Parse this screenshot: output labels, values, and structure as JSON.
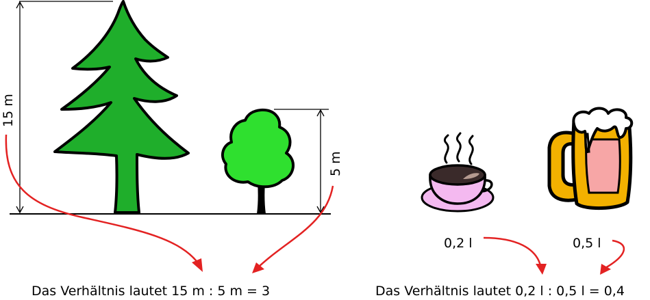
{
  "labels": {
    "big_tree_height": "15 m",
    "small_tree_height": "5 m",
    "coffee_volume": "0,2 l",
    "beer_volume": "0,5 l"
  },
  "statements": {
    "trees": "Das Verhältnis lautet 15 m : 5 m = 3",
    "drinks": "Das Verhältnis lautet 0,2 l : 0,5 l = 0,4"
  },
  "colors": {
    "fir_green": "#1fae2b",
    "round_tree_green": "#2fe02f",
    "outline": "#000000",
    "arrow_red": "#e32222",
    "cup_pink": "#f4b9f0",
    "beer_gold": "#f3b100",
    "beer_pink": "#f7a6a6",
    "foam": "#ffffff"
  },
  "icons": [
    "fir-tree-icon",
    "round-tree-icon",
    "coffee-cup-icon",
    "beer-mug-icon"
  ]
}
